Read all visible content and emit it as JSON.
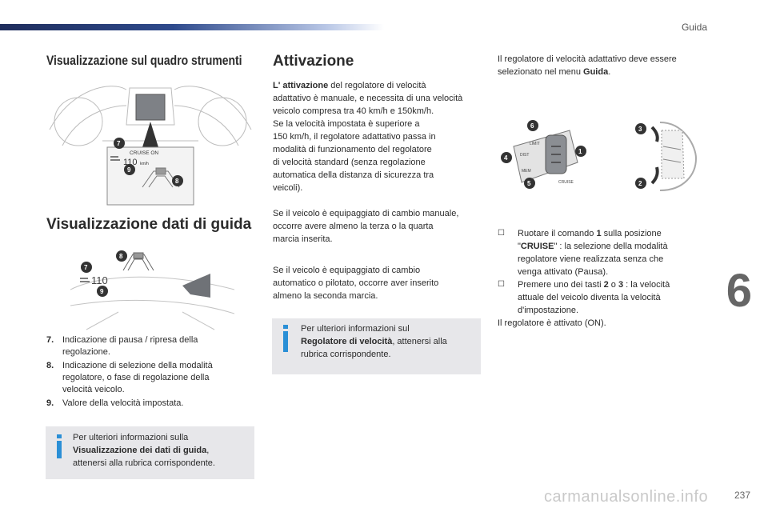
{
  "header": {
    "section": "Guida"
  },
  "chapter_tab": "6",
  "page_number": "237",
  "watermark": "carmanualsonline.info",
  "left": {
    "title_cluster": "Visualizzazione sul quadro strumenti",
    "title_hud": "Visualizzazione dati di guida",
    "figure1": {
      "label_line1": "CRUISE ON",
      "speed": "110",
      "unit": "km/h",
      "callouts": [
        "7",
        "9",
        "8"
      ]
    },
    "figure2": {
      "speed": "110",
      "callouts": [
        "7",
        "8",
        "9"
      ]
    },
    "legend": [
      {
        "num": "7.",
        "text": "Indicazione di pausa / ripresa della regolazione."
      },
      {
        "num": "8.",
        "text": "Indicazione di selezione della modalità regolatore, o fase di regolazione della velocità veicolo."
      },
      {
        "num": "9.",
        "text": "Valore della velocità impostata."
      }
    ],
    "info": {
      "line1": "Per ulteriori informazioni sulla",
      "bold": "Visualizzazione dei dati di guida",
      "after_bold": ",",
      "line3": "attenersi alla rubrica corrispondente."
    }
  },
  "middle": {
    "title": "Attivazione",
    "p1_bold": "L' attivazione",
    "p1_l1": " del regolatore di velocità",
    "p1_l2": "adattativo è manuale, e necessita di una velocità",
    "p1_l3": "veicolo compresa tra 40 km/h e 150km/h.",
    "p1_l4": "Se la velocità impostata è superiore a",
    "p1_l5": "150 km/h, il regolatore adattativo passa in",
    "p1_l6": "modalità di funzionamento del regolatore",
    "p1_l7": "di velocità standard (senza regolazione",
    "p1_l8": "automatica della distanza di sicurezza tra",
    "p1_l9": "veicoli).",
    "p2_l1": "Se il veicolo è equipaggiato di cambio manuale,",
    "p2_l2": "occorre avere almeno la terza o la quarta",
    "p2_l3": "marcia inserita.",
    "p3_l1": "Se il veicolo è equipaggiato di cambio",
    "p3_l2": "automatico o pilotato, occorre aver inserito",
    "p3_l3": "almeno la seconda marcia.",
    "info": {
      "line1": "Per ulteriori informazioni sul",
      "bold": "Regolatore di velocità",
      "after_bold": ", attenersi alla",
      "line3": "rubrica corrispondente."
    }
  },
  "right": {
    "intro_l1": "Il regolatore di velocità adattativo deve essere",
    "intro_l2": "selezionato nel menu ",
    "intro_bold": "Guida",
    "intro_end": ".",
    "stalk": {
      "callouts": [
        "6",
        "4",
        "5",
        "1"
      ],
      "labels": [
        "LIMIT",
        "CRUISE",
        "DIST",
        "MEM"
      ]
    },
    "wheel": {
      "callouts": [
        "3",
        "2"
      ]
    },
    "bullets": [
      {
        "mark": "☐",
        "l1a": "Ruotare il comando ",
        "l1b": "1",
        "l1c": " sulla posizione",
        "l2a": "\"",
        "l2b": "CRUISE",
        "l2c": "\" : la selezione della modalità",
        "l3": "regolatore viene realizzata senza che",
        "l4": "venga attivato (Pausa)."
      },
      {
        "mark": "☐",
        "l1a": "Premere uno dei tasti ",
        "l1b": "2",
        "l1c": " o ",
        "l1d": "3",
        "l1e": " : la velocità",
        "l2": "attuale del veicolo diventa la velocità",
        "l3": "d'impostazione."
      }
    ],
    "outro": "Il regolatore è attivato (ON)."
  },
  "colors": {
    "accent_blue": "#2a8fd6",
    "info_bg": "#e7e7ea",
    "header_bar": "#1f2d5c"
  }
}
